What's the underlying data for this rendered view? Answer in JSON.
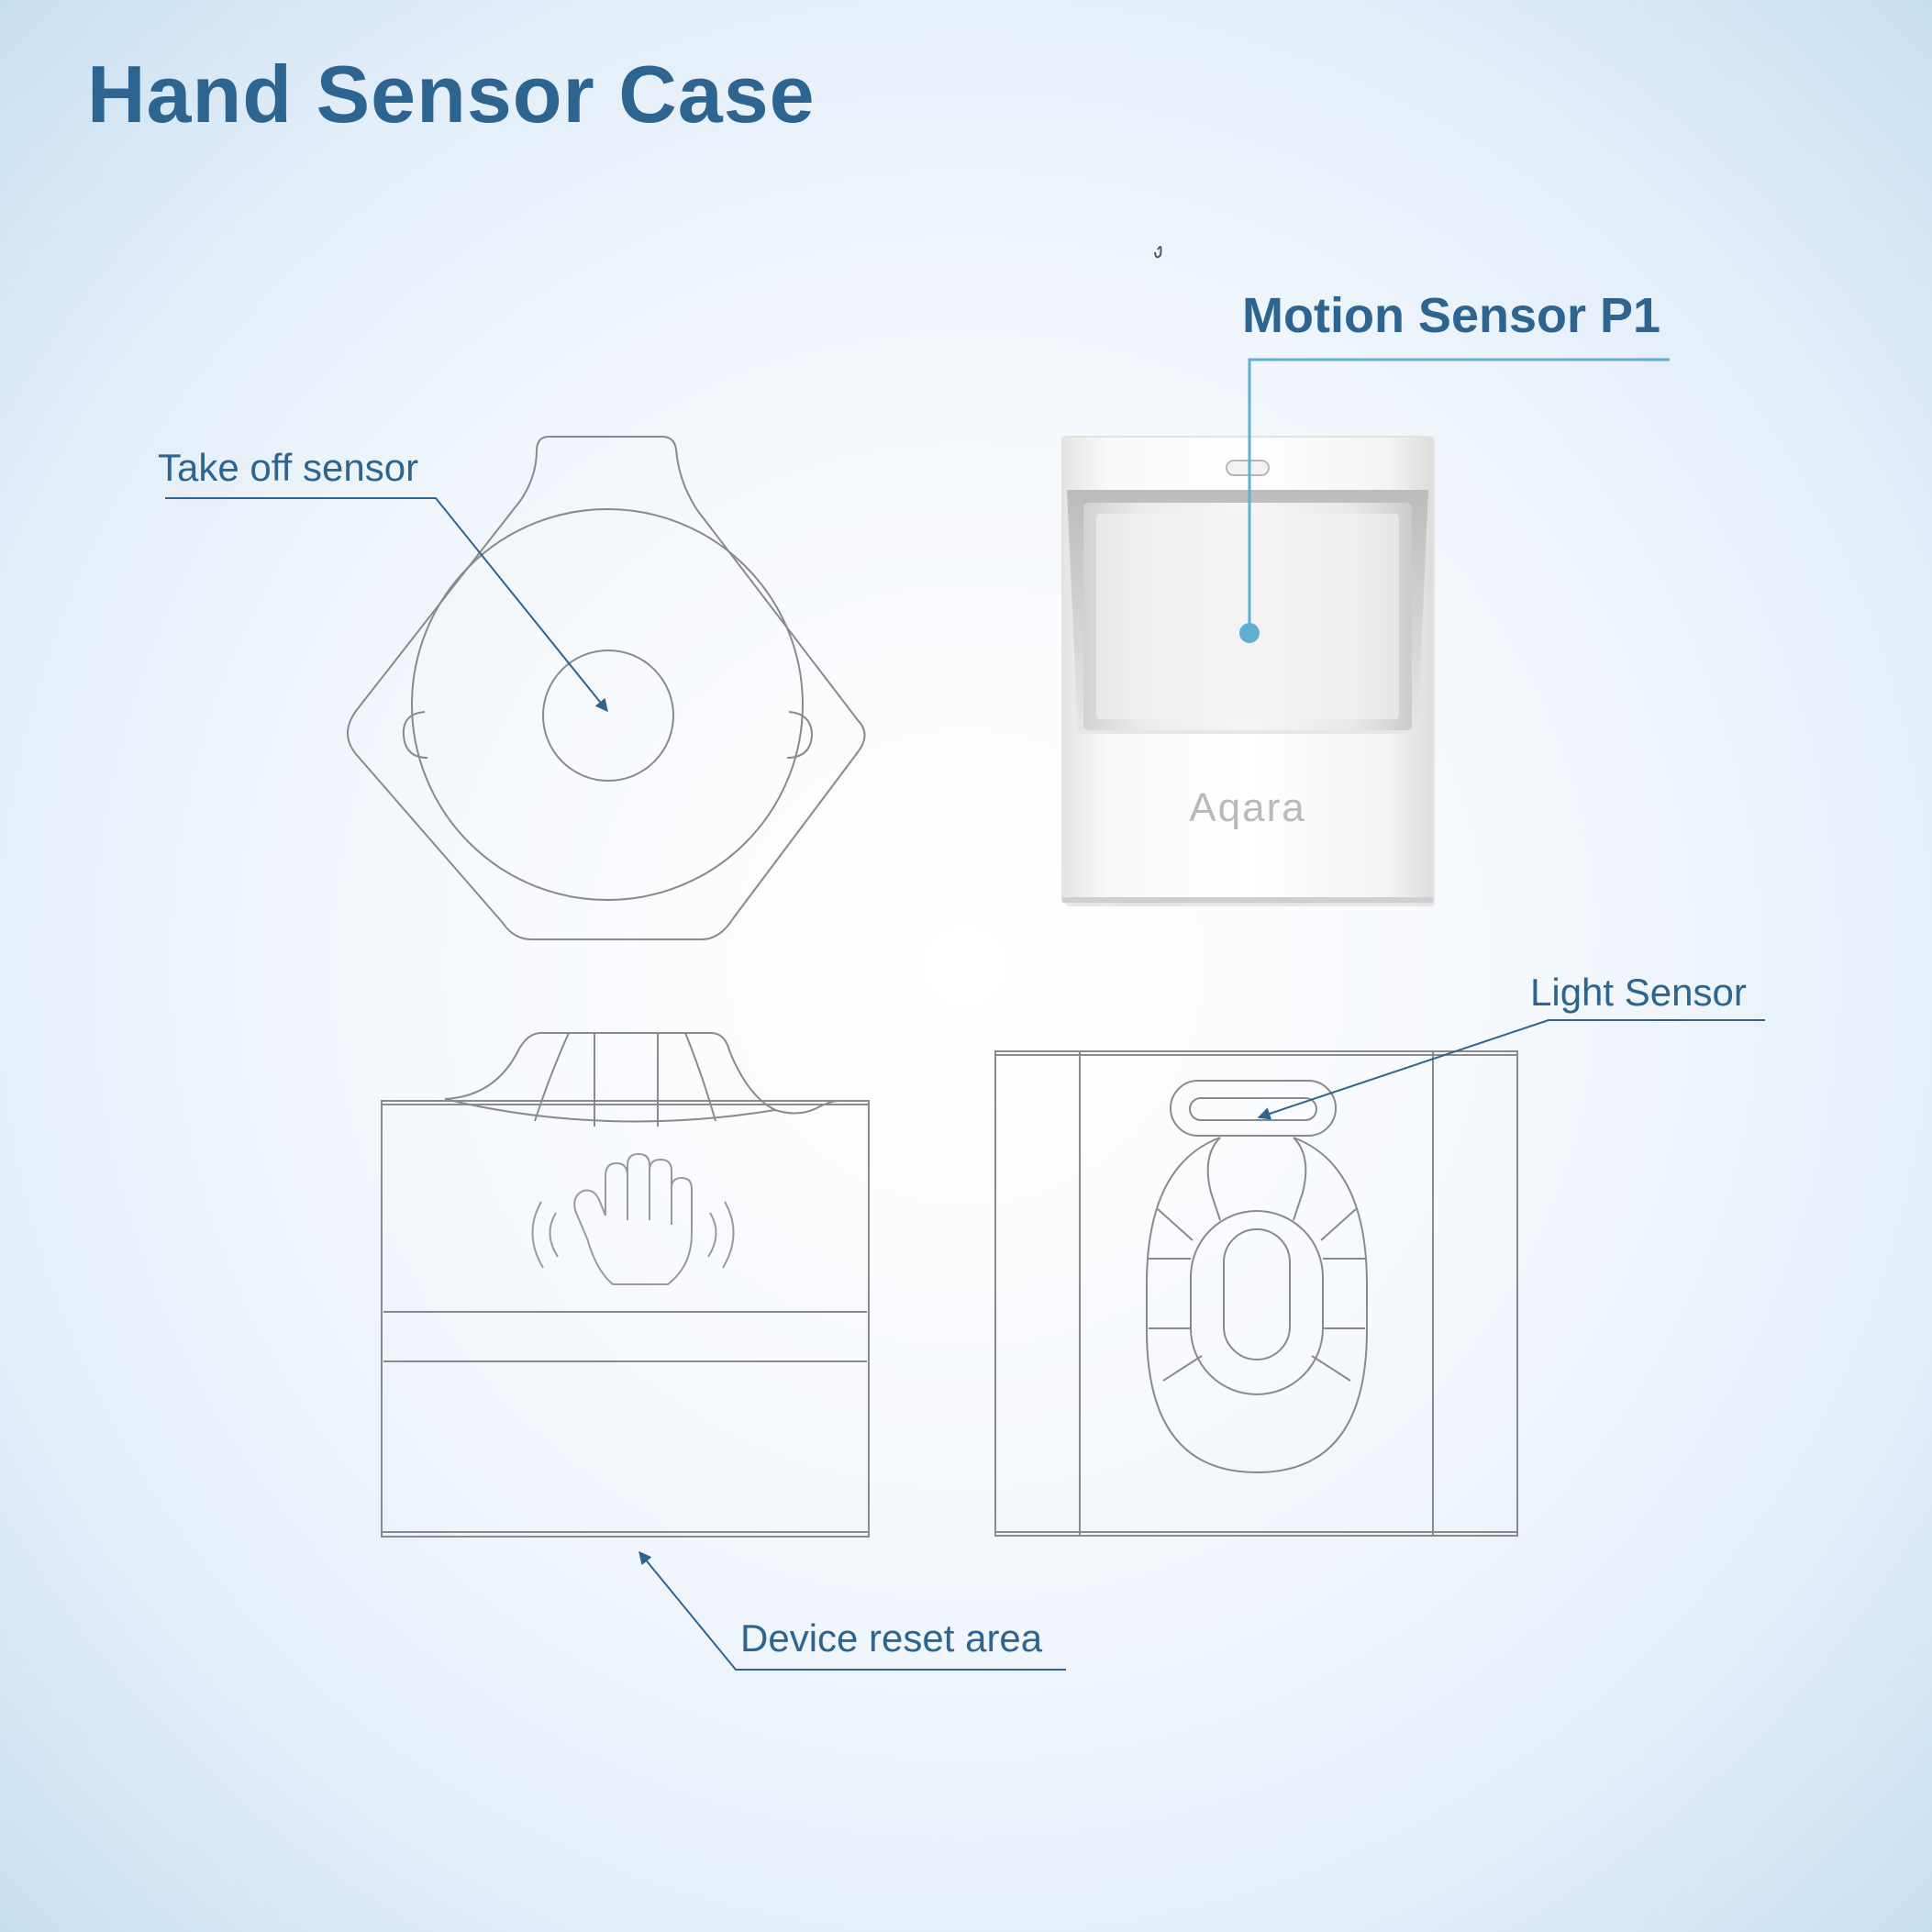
{
  "title": "Hand Sensor Case",
  "labels": {
    "motion_sensor": "Motion Sensor P1",
    "take_off_sensor": "Take off sensor",
    "light_sensor": "Light Sensor",
    "device_reset_area": "Device reset area",
    "brand_logo": "Aqara"
  },
  "colors": {
    "title": "#2e6490",
    "label": "#2e6490",
    "leader_line_highlight": "#5fb0d0",
    "outline": "#8a8a8a"
  },
  "icons": {
    "hand_wave": "hand-wave-icon"
  }
}
